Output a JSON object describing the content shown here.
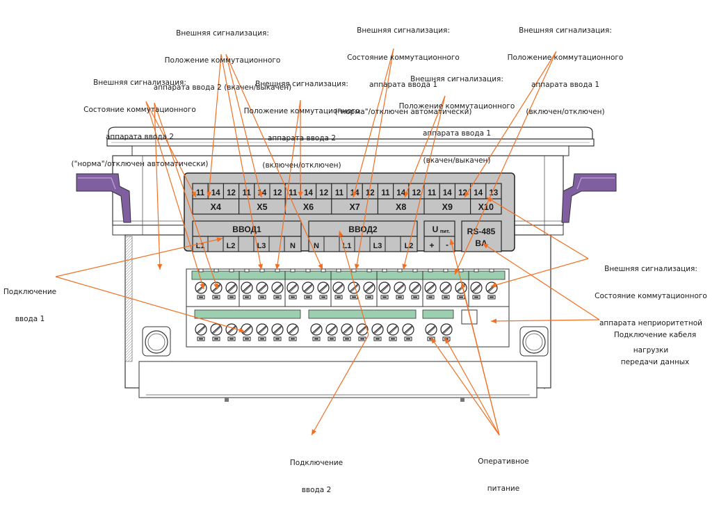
{
  "callouts": {
    "x5_pos2": [
      "Внешняя сигнализация:",
      "Положение коммутационного",
      "аппарата ввода 2 (вкачен/выкачен)"
    ],
    "x7_state1": [
      "Внешняя сигнализация:",
      "Состояние коммутационного",
      "аппарата ввода 1",
      "(\"норма\"/отключен автоматически)"
    ],
    "x9_pos1": [
      "Внешняя сигнализация:",
      "Положение коммутационного",
      "аппарата ввода 1",
      "(включен/отключен)"
    ],
    "x4_state2": [
      "Внешняя сигнализация:",
      "Состояние коммутационного",
      "аппарата ввода 2",
      "(\"норма\"/отключен автоматически)"
    ],
    "x6_pos2": [
      "Внешняя сигнализация:",
      "Положение коммутационного",
      "аппарата ввода 2",
      "(включен/отключен)"
    ],
    "x8_pos1": [
      "Внешняя сигнализация:",
      "Положение коммутационного",
      "аппарата ввода 1",
      "(вкачен/выкачен)"
    ],
    "x10_nonpriority": [
      "Внешняя сигнализация:",
      "Состояние коммутационного",
      "аппарата неприоритетной",
      "нагрузки"
    ],
    "input1": [
      "Подключение",
      "ввода 1"
    ],
    "input2": [
      "Подключение",
      "ввода 2"
    ],
    "rs485": [
      "Подключение кабеля",
      "передачи данных"
    ],
    "power": [
      "Оперативное",
      "питание"
    ]
  },
  "panel": {
    "pin_numbers": [
      "11",
      "14",
      "12",
      "11",
      "14",
      "12",
      "11",
      "14",
      "12",
      "11",
      "14",
      "12",
      "11",
      "14",
      "12",
      "11",
      "14",
      "12",
      "14",
      "13"
    ],
    "connectors": [
      "X4",
      "X5",
      "X6",
      "X7",
      "X8",
      "X9",
      "X10"
    ],
    "input1_title": "ВВОД1",
    "input1_pins": [
      "L1",
      "L2",
      "L3",
      "N"
    ],
    "input2_title": "ВВОД2",
    "input2_pins": [
      "N",
      "L1",
      "L3",
      "L2"
    ],
    "power_title": "U",
    "power_sub": "пит.",
    "power_pins": [
      "+",
      "-"
    ],
    "rs485_title": "RS-485",
    "rs485_pins": "BA"
  },
  "colors": {
    "arrow": "#f26f21",
    "panel": "#c4c4c4",
    "terminal_green": "#9ccfb0",
    "latch_purple": "#7f5fa0"
  }
}
